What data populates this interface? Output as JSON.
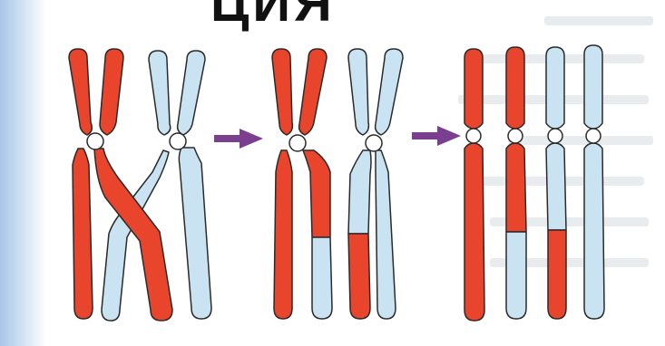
{
  "slide": {
    "title_fragment": "ЦИЯ",
    "colors": {
      "maternal": "#e8452c",
      "paternal": "#c9e3f2",
      "outline": "#2a2a2a",
      "arrow": "#7a3f8f",
      "background_left": "#a8c6e8",
      "background_right": "#ffffff"
    }
  },
  "diagram": {
    "stages": [
      {
        "name": "synapsis-with-crossing-over"
      },
      {
        "name": "after-exchange"
      },
      {
        "name": "separated-chromatids"
      }
    ],
    "arrows": [
      {
        "name": "arrow-stage1-to-stage2",
        "color": "#7a3f8f"
      },
      {
        "name": "arrow-stage2-to-stage3",
        "color": "#7a3f8f"
      }
    ]
  }
}
